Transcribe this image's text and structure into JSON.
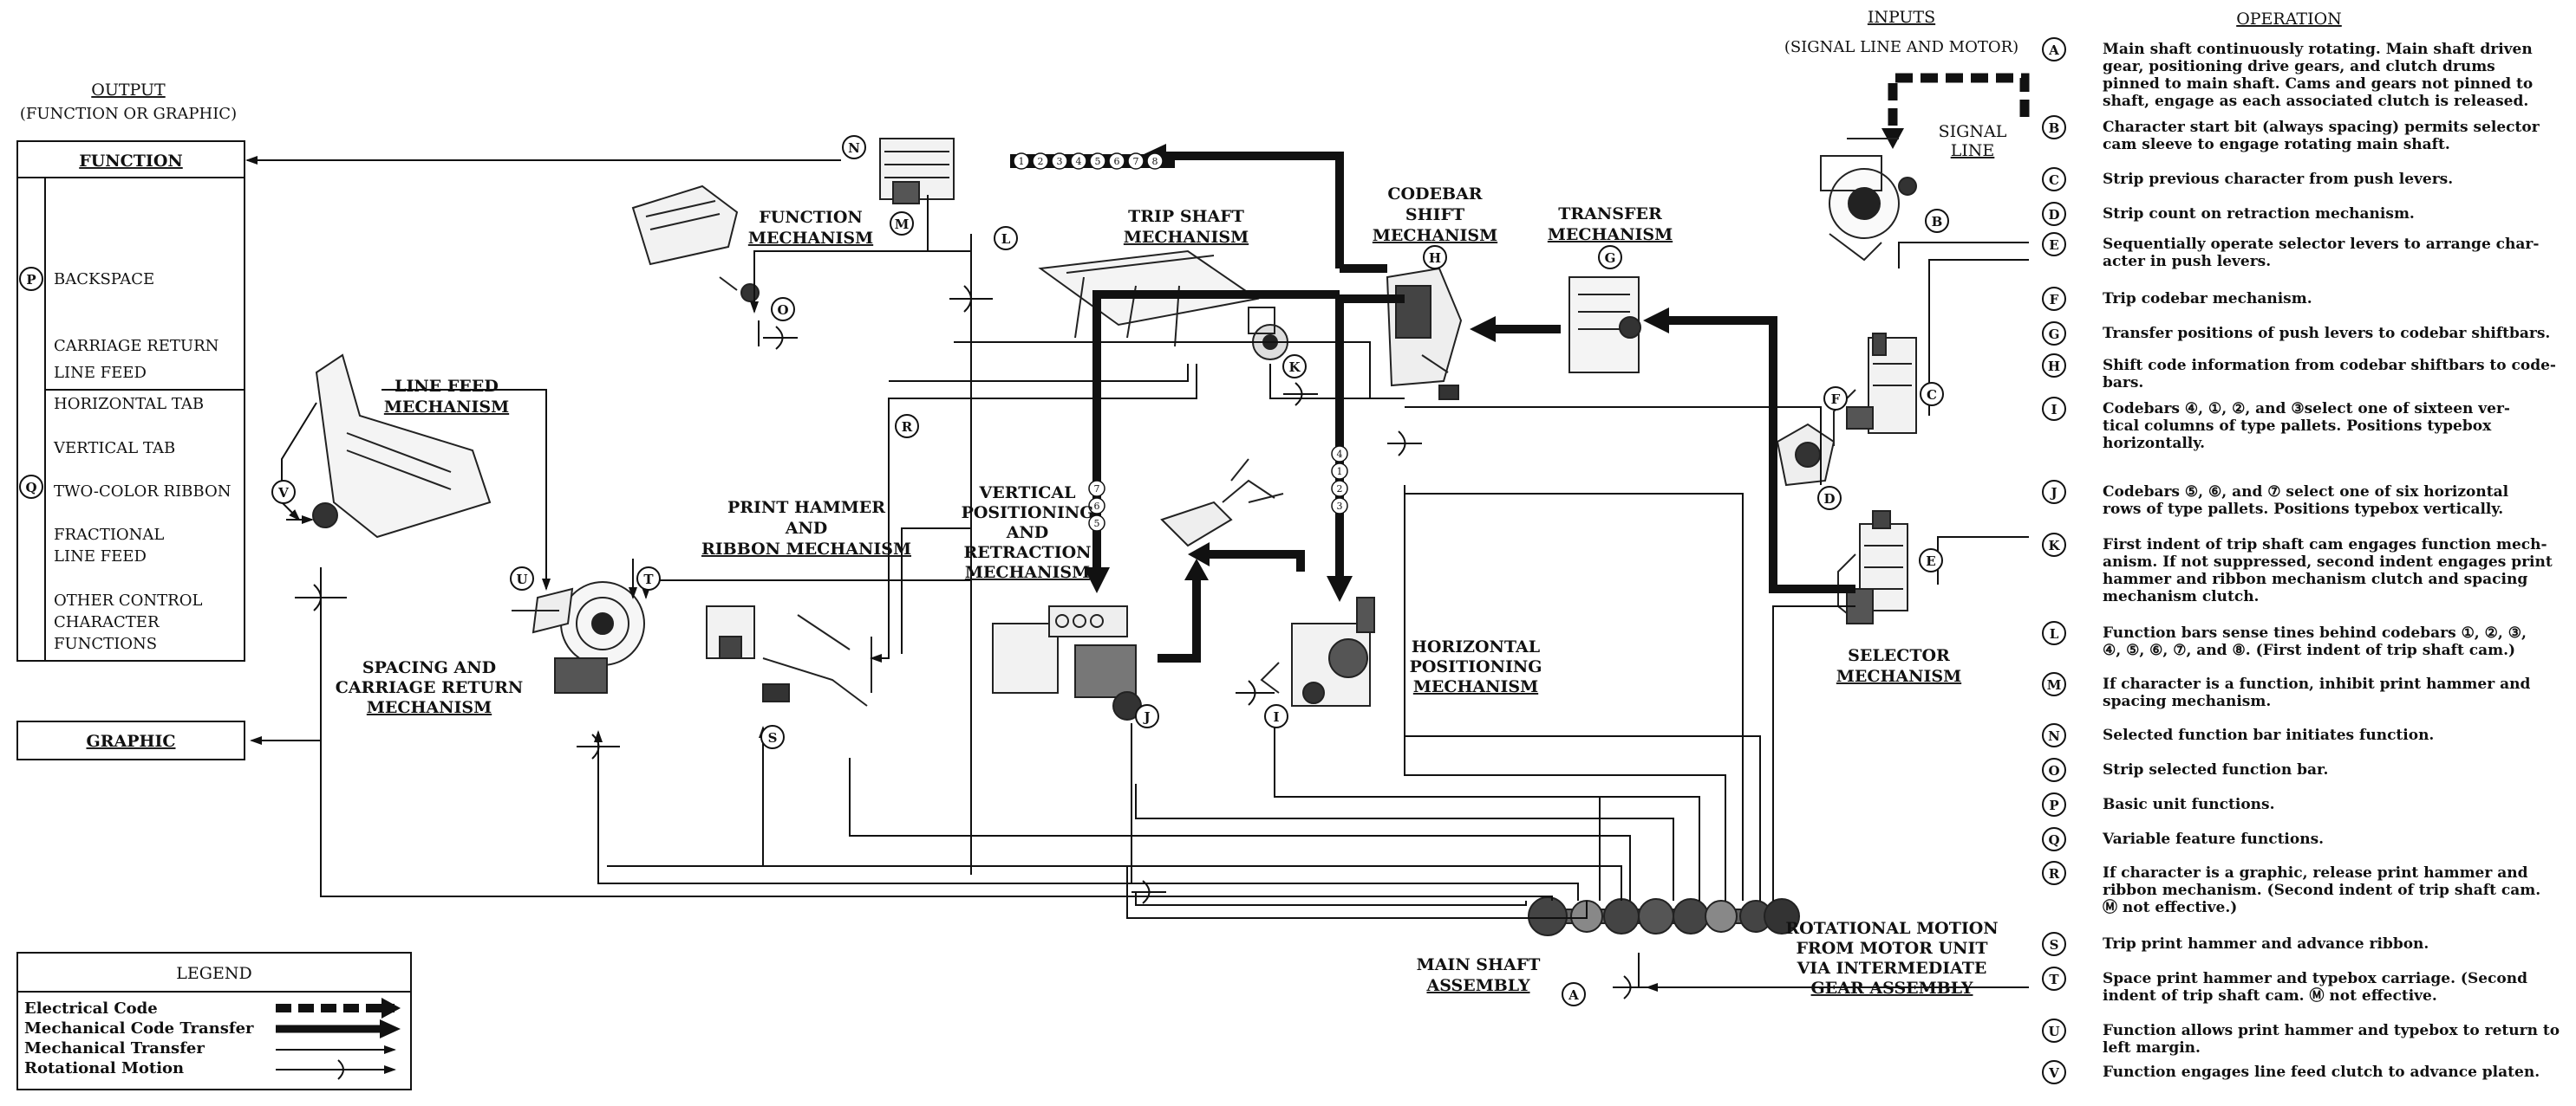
{
  "output": {
    "title_1": "OUTPUT",
    "title_2": "(FUNCTION OR GRAPHIC)",
    "function_header": "FUNCTION",
    "graphic_label": "GRAPHIC",
    "p_items": [
      "BACKSPACE",
      "CARRIAGE RETURN",
      "LINE FEED"
    ],
    "q_items": [
      "HORIZONTAL TAB",
      "VERTICAL TAB",
      "TWO-COLOR RIBBON",
      "FRACTIONAL",
      "LINE FEED",
      "OTHER CONTROL",
      "CHARACTER",
      "FUNCTIONS"
    ]
  },
  "inputs": {
    "title_1": "INPUTS",
    "title_2": "(SIGNAL LINE AND MOTOR)",
    "signal_line_1": "SIGNAL",
    "signal_line_2": "LINE"
  },
  "mechanisms": {
    "function": [
      "FUNCTION",
      "MECHANISM"
    ],
    "trip_shaft": [
      "TRIP SHAFT",
      "MECHANISM"
    ],
    "codebar_shift": [
      "CODEBAR",
      "SHIFT",
      "MECHANISM"
    ],
    "transfer": [
      "TRANSFER",
      "MECHANISM"
    ],
    "line_feed": [
      "LINE FEED",
      "MECHANISM"
    ],
    "print_hammer": [
      "PRINT HAMMER",
      "AND",
      "RIBBON MECHANISM"
    ],
    "vertical": [
      "VERTICAL",
      "POSITIONING",
      "AND",
      "RETRACTION",
      "MECHANISM"
    ],
    "horizontal": [
      "HORIZONTAL",
      "POSITIONING",
      "MECHANISM"
    ],
    "selector": [
      "SELECTOR",
      "MECHANISM"
    ],
    "spacing": [
      "SPACING AND",
      "CARRIAGE RETURN",
      "MECHANISM"
    ],
    "main_shaft": [
      "MAIN SHAFT",
      "ASSEMBLY"
    ],
    "rotational": [
      "ROTATIONAL MOTION",
      "FROM MOTOR UNIT",
      "VIA INTERMEDIATE",
      "GEAR ASSEMBLY"
    ]
  },
  "code_bubbles": {
    "top": [
      "1",
      "2",
      "3",
      "4",
      "5",
      "6",
      "7",
      "8"
    ],
    "vertical": [
      "7",
      "6",
      "5"
    ],
    "horizontal": [
      "4",
      "1",
      "2",
      "3"
    ]
  },
  "legend": {
    "title": "LEGEND",
    "items": [
      "Electrical Code",
      "Mechanical Code Transfer",
      "Mechanical Transfer",
      "Rotational Motion"
    ]
  },
  "operation": {
    "title": "OPERATION",
    "items": [
      {
        "key": "A",
        "lines": [
          "Main shaft continuously rotating.  Main shaft driven",
          "gear, positioning drive gears, and clutch drums",
          "pinned to main shaft.  Cams and gears not pinned to",
          "shaft, engage as each associated clutch is released."
        ]
      },
      {
        "key": "B",
        "lines": [
          "Character start bit (always spacing) permits selector",
          "cam sleeve to engage rotating main shaft."
        ]
      },
      {
        "key": "C",
        "lines": [
          "Strip previous character from push levers."
        ]
      },
      {
        "key": "D",
        "lines": [
          "Strip count on retraction mechanism."
        ]
      },
      {
        "key": "E",
        "lines": [
          "Sequentially operate selector levers to arrange char-",
          "acter in push levers."
        ]
      },
      {
        "key": "F",
        "lines": [
          "Trip codebar mechanism."
        ]
      },
      {
        "key": "G",
        "lines": [
          "Transfer positions of push levers to codebar shiftbars."
        ]
      },
      {
        "key": "H",
        "lines": [
          "Shift code information from codebar shiftbars to code-",
          "bars."
        ]
      },
      {
        "key": "I",
        "lines": [
          "Codebars ④, ①, ②, and ③select one of sixteen ver-",
          "tical columns of type pallets.  Positions typebox",
          "horizontally."
        ]
      },
      {
        "key": "J",
        "lines": [
          "Codebars ⑤, ⑥, and ⑦ select one of six horizontal",
          "rows of type pallets.  Positions typebox vertically."
        ]
      },
      {
        "key": "K",
        "lines": [
          "First indent of trip shaft cam engages function mech-",
          "anism.  If not suppressed, second indent engages print",
          "hammer and ribbon mechanism clutch and spacing",
          "mechanism clutch."
        ]
      },
      {
        "key": "L",
        "lines": [
          "Function bars sense tines behind codebars ①, ②, ③,",
          "④, ⑤, ⑥, ⑦, and ⑧.  (First indent of trip shaft cam.)"
        ]
      },
      {
        "key": "M",
        "lines": [
          "If character is a function, inhibit print hammer and",
          "spacing mechanism."
        ]
      },
      {
        "key": "N",
        "lines": [
          "Selected function bar initiates function."
        ]
      },
      {
        "key": "O",
        "lines": [
          "Strip selected function bar."
        ]
      },
      {
        "key": "P",
        "lines": [
          "Basic unit functions."
        ]
      },
      {
        "key": "Q",
        "lines": [
          "Variable feature functions."
        ]
      },
      {
        "key": "R",
        "lines": [
          "If character is a graphic, release print hammer and",
          "ribbon mechanism.  (Second indent of trip shaft cam.",
          "Ⓜ not effective.)"
        ]
      },
      {
        "key": "S",
        "lines": [
          "Trip print hammer and advance ribbon."
        ]
      },
      {
        "key": "T",
        "lines": [
          "Space print hammer and typebox carriage.  (Second",
          "indent of trip shaft cam. Ⓜ not effective."
        ]
      },
      {
        "key": "U",
        "lines": [
          "Function allows print hammer and typebox to return to",
          "left margin."
        ]
      },
      {
        "key": "V",
        "lines": [
          "Function engages line feed clutch to advance platen."
        ]
      }
    ]
  }
}
